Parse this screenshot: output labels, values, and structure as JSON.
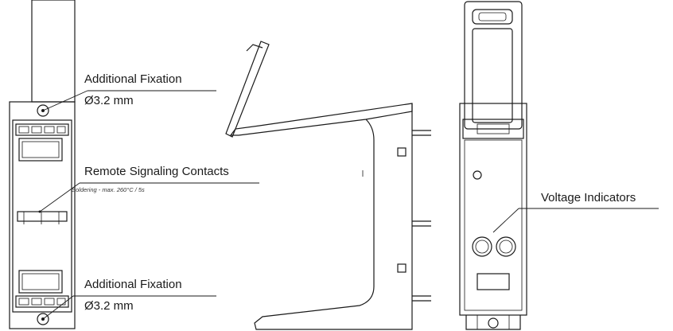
{
  "labels": {
    "fixation_top_title": "Additional Fixation",
    "fixation_top_dim": "Ø3.2 mm",
    "remote_title": "Remote Signaling Contacts",
    "remote_note": "Soldering - max. 260°C / 5s",
    "fixation_bottom_title": "Additional Fixation",
    "fixation_bottom_dim": "Ø3.2 mm",
    "voltage_title": "Voltage Indicators"
  }
}
